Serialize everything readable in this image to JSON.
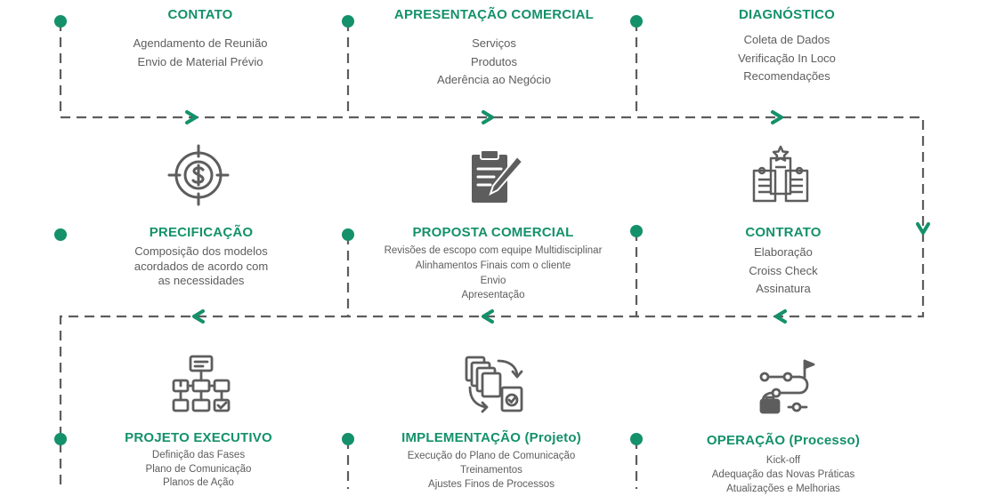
{
  "steps": [
    {
      "title": "CONTATO",
      "items": [
        "Agendamento de Reunião",
        "Envio de Material Prévio"
      ]
    },
    {
      "title": "APRESENTAÇÃO COMERCIAL",
      "items": [
        "Serviços",
        "Produtos",
        "Aderência ao Negócio"
      ]
    },
    {
      "title": "DIAGNÓSTICO",
      "items": [
        "Coleta de Dados",
        "Verificação In Loco",
        "Recomendações"
      ]
    },
    {
      "title": "PRECIFICAÇÃO",
      "items": [
        "Composição dos modelos",
        "acordados de acordo com",
        "as necessidades"
      ]
    },
    {
      "title": "PROPOSTA COMERCIAL",
      "items": [
        "Revisões de escopo com equipe Multidisciplinar",
        "Alinhamentos Finais com o cliente",
        "Envio",
        "Apresentação"
      ]
    },
    {
      "title": "CONTRATO",
      "items": [
        "Elaboração",
        "Croiss Check",
        "Assinatura"
      ]
    },
    {
      "title": "PROJETO EXECUTIVO",
      "items": [
        "Definição das Fases",
        "Plano de Comunicação",
        "Planos de Ação"
      ]
    },
    {
      "title": "IMPLEMENTAÇÃO (Projeto)",
      "items": [
        "Execução do Plano de Comunicação",
        "Treinamentos",
        "Ajustes Finos de Processos"
      ]
    },
    {
      "title": "OPERAÇÃO (Processo)",
      "items": [
        "Kick-off",
        "Adequação das Novas Práticas",
        "Atualizações e Melhorias"
      ]
    }
  ],
  "icons": [
    "target-dollar-icon",
    "clipboard-pen-icon",
    "contract-documents-icon",
    "flowchart-icon",
    "documents-cycle-icon",
    "route-flag-icon"
  ],
  "colors": {
    "accent": "#14916a",
    "line": "#5d5d5d",
    "text": "#5d5d5d"
  }
}
